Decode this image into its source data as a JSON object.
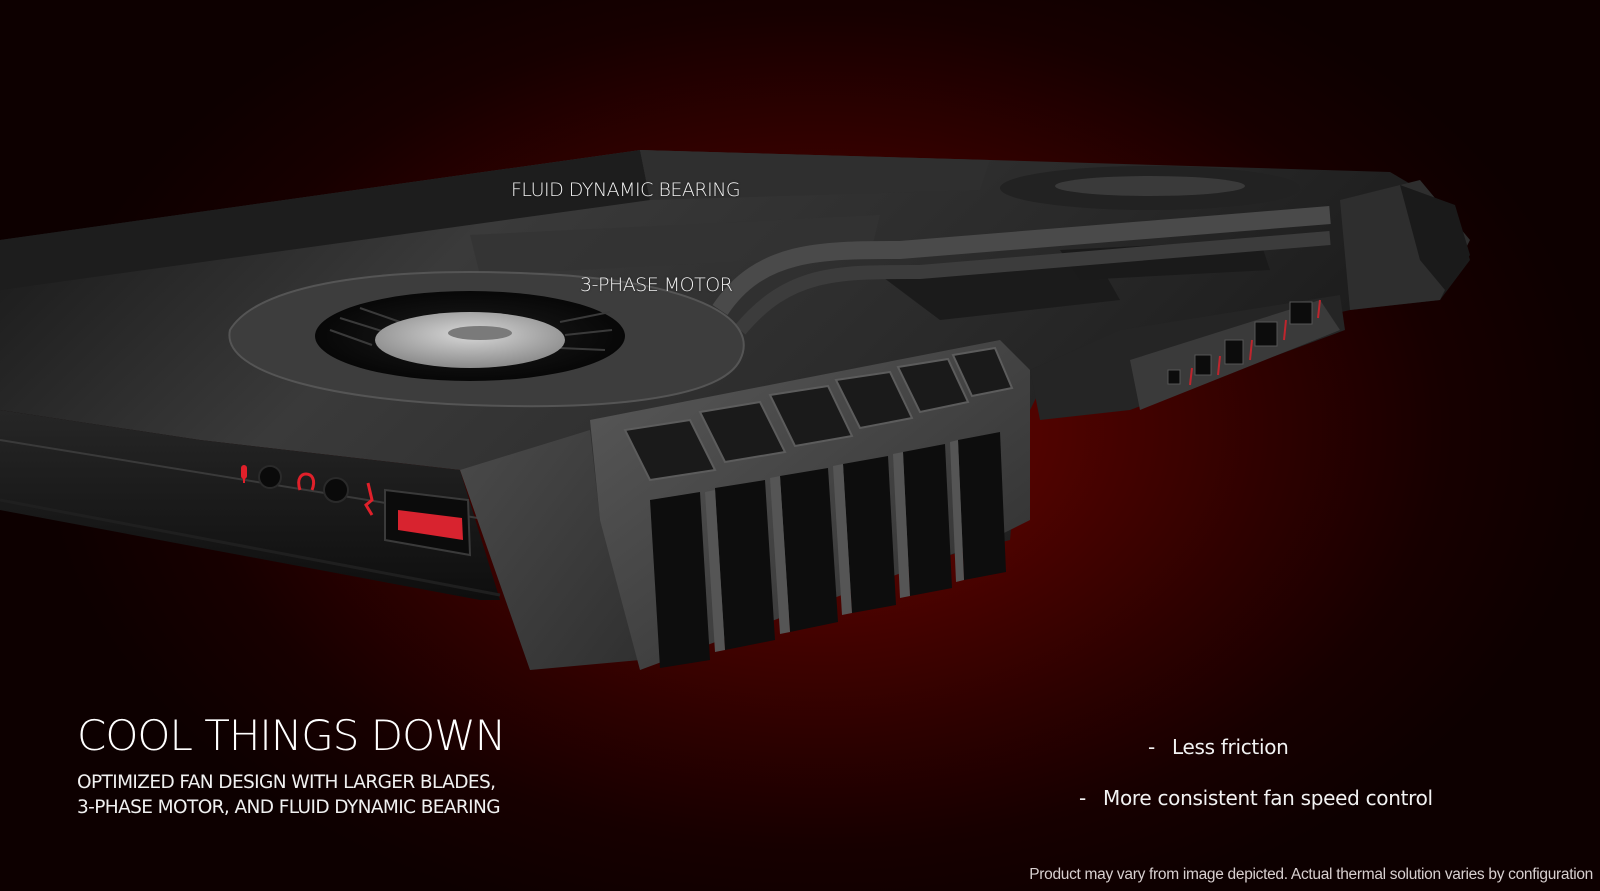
{
  "slide": {
    "callouts": {
      "fluid_dynamic_bearing": "FLUID DYNAMIC BEARING",
      "three_phase_motor": "3-PHASE MOTOR"
    },
    "headline": "COOL THINGS DOWN",
    "subhead": {
      "line1": "OPTIMIZED FAN DESIGN WITH LARGER BLADES,",
      "line2": "3-PHASE MOTOR, AND FLUID DYNAMIC BEARING"
    },
    "bullets": [
      {
        "marker": "-",
        "text": "Less friction"
      },
      {
        "marker": "-",
        "text": "More consistent fan speed control"
      }
    ],
    "disclaimer": "Product may vary from image depicted.  Actual thermal solution varies by configuration",
    "image": {
      "subject": "laptop-underside-cooling-render",
      "side_port_icons": [
        "microphone-icon",
        "headphone-icon",
        "usb-charging-icon"
      ]
    },
    "colors": {
      "background_center": "#6a0500",
      "background_edge": "#0d0000",
      "accent_red": "#e0202a",
      "chassis": "#2a2a2a",
      "text": "#ffffff"
    }
  }
}
